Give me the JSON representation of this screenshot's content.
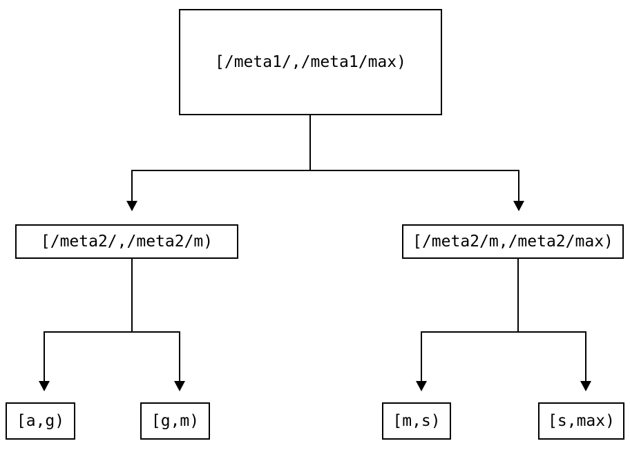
{
  "diagram": {
    "type": "tree",
    "background_color": "#ffffff",
    "line_color": "#000000",
    "node_border_color": "#000000",
    "node_fill_color": "#ffffff",
    "text_color": "#000000",
    "nodes": [
      {
        "id": "root",
        "label": "[/meta1/,/meta1/max)",
        "level": 0
      },
      {
        "id": "left",
        "label": "[/meta2/,/meta2/m)",
        "level": 1
      },
      {
        "id": "right",
        "label": "[/meta2/m,/meta2/max)",
        "level": 1
      },
      {
        "id": "leaf-ag",
        "label": "[a,g)",
        "level": 2
      },
      {
        "id": "leaf-gm",
        "label": "[g,m)",
        "level": 2
      },
      {
        "id": "leaf-ms",
        "label": "[m,s)",
        "level": 2
      },
      {
        "id": "leaf-smax",
        "label": "[s,max)",
        "level": 2
      }
    ],
    "edges": [
      {
        "from": "root",
        "to": "left"
      },
      {
        "from": "root",
        "to": "right"
      },
      {
        "from": "left",
        "to": "leaf-ag"
      },
      {
        "from": "left",
        "to": "leaf-gm"
      },
      {
        "from": "right",
        "to": "leaf-ms"
      },
      {
        "from": "right",
        "to": "leaf-smax"
      }
    ]
  }
}
